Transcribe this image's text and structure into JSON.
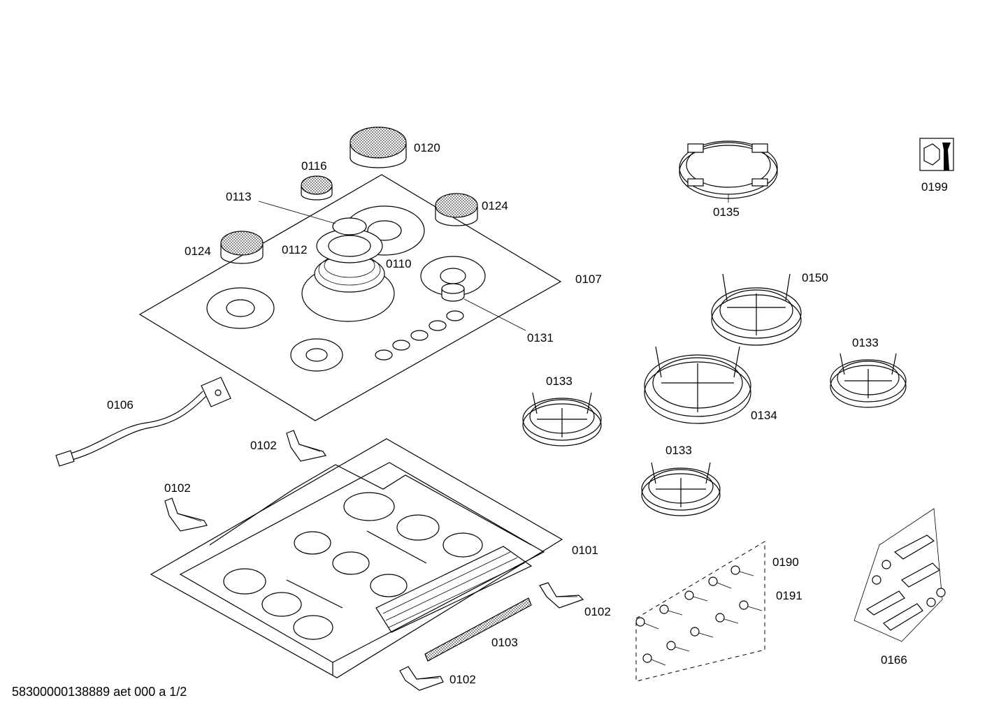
{
  "labels": {
    "p0120": "0120",
    "p0116": "0116",
    "p0113": "0113",
    "p0124a": "0124",
    "p0124b": "0124",
    "p0112": "0112",
    "p0110": "0110",
    "p0107": "0107",
    "p0131": "0131",
    "p0106": "0106",
    "p0135": "0135",
    "p0199": "0199",
    "p0150": "0150",
    "p0133a": "0133",
    "p0133b": "0133",
    "p0133c": "0133",
    "p0134": "0134",
    "p0102a": "0102",
    "p0102b": "0102",
    "p0102c": "0102",
    "p0102d": "0102",
    "p0101": "0101",
    "p0103": "0103",
    "p0190": "0190",
    "p0191": "0191",
    "p0166": "0166"
  },
  "footer": "58300000138889 aet 000 a 1/2"
}
